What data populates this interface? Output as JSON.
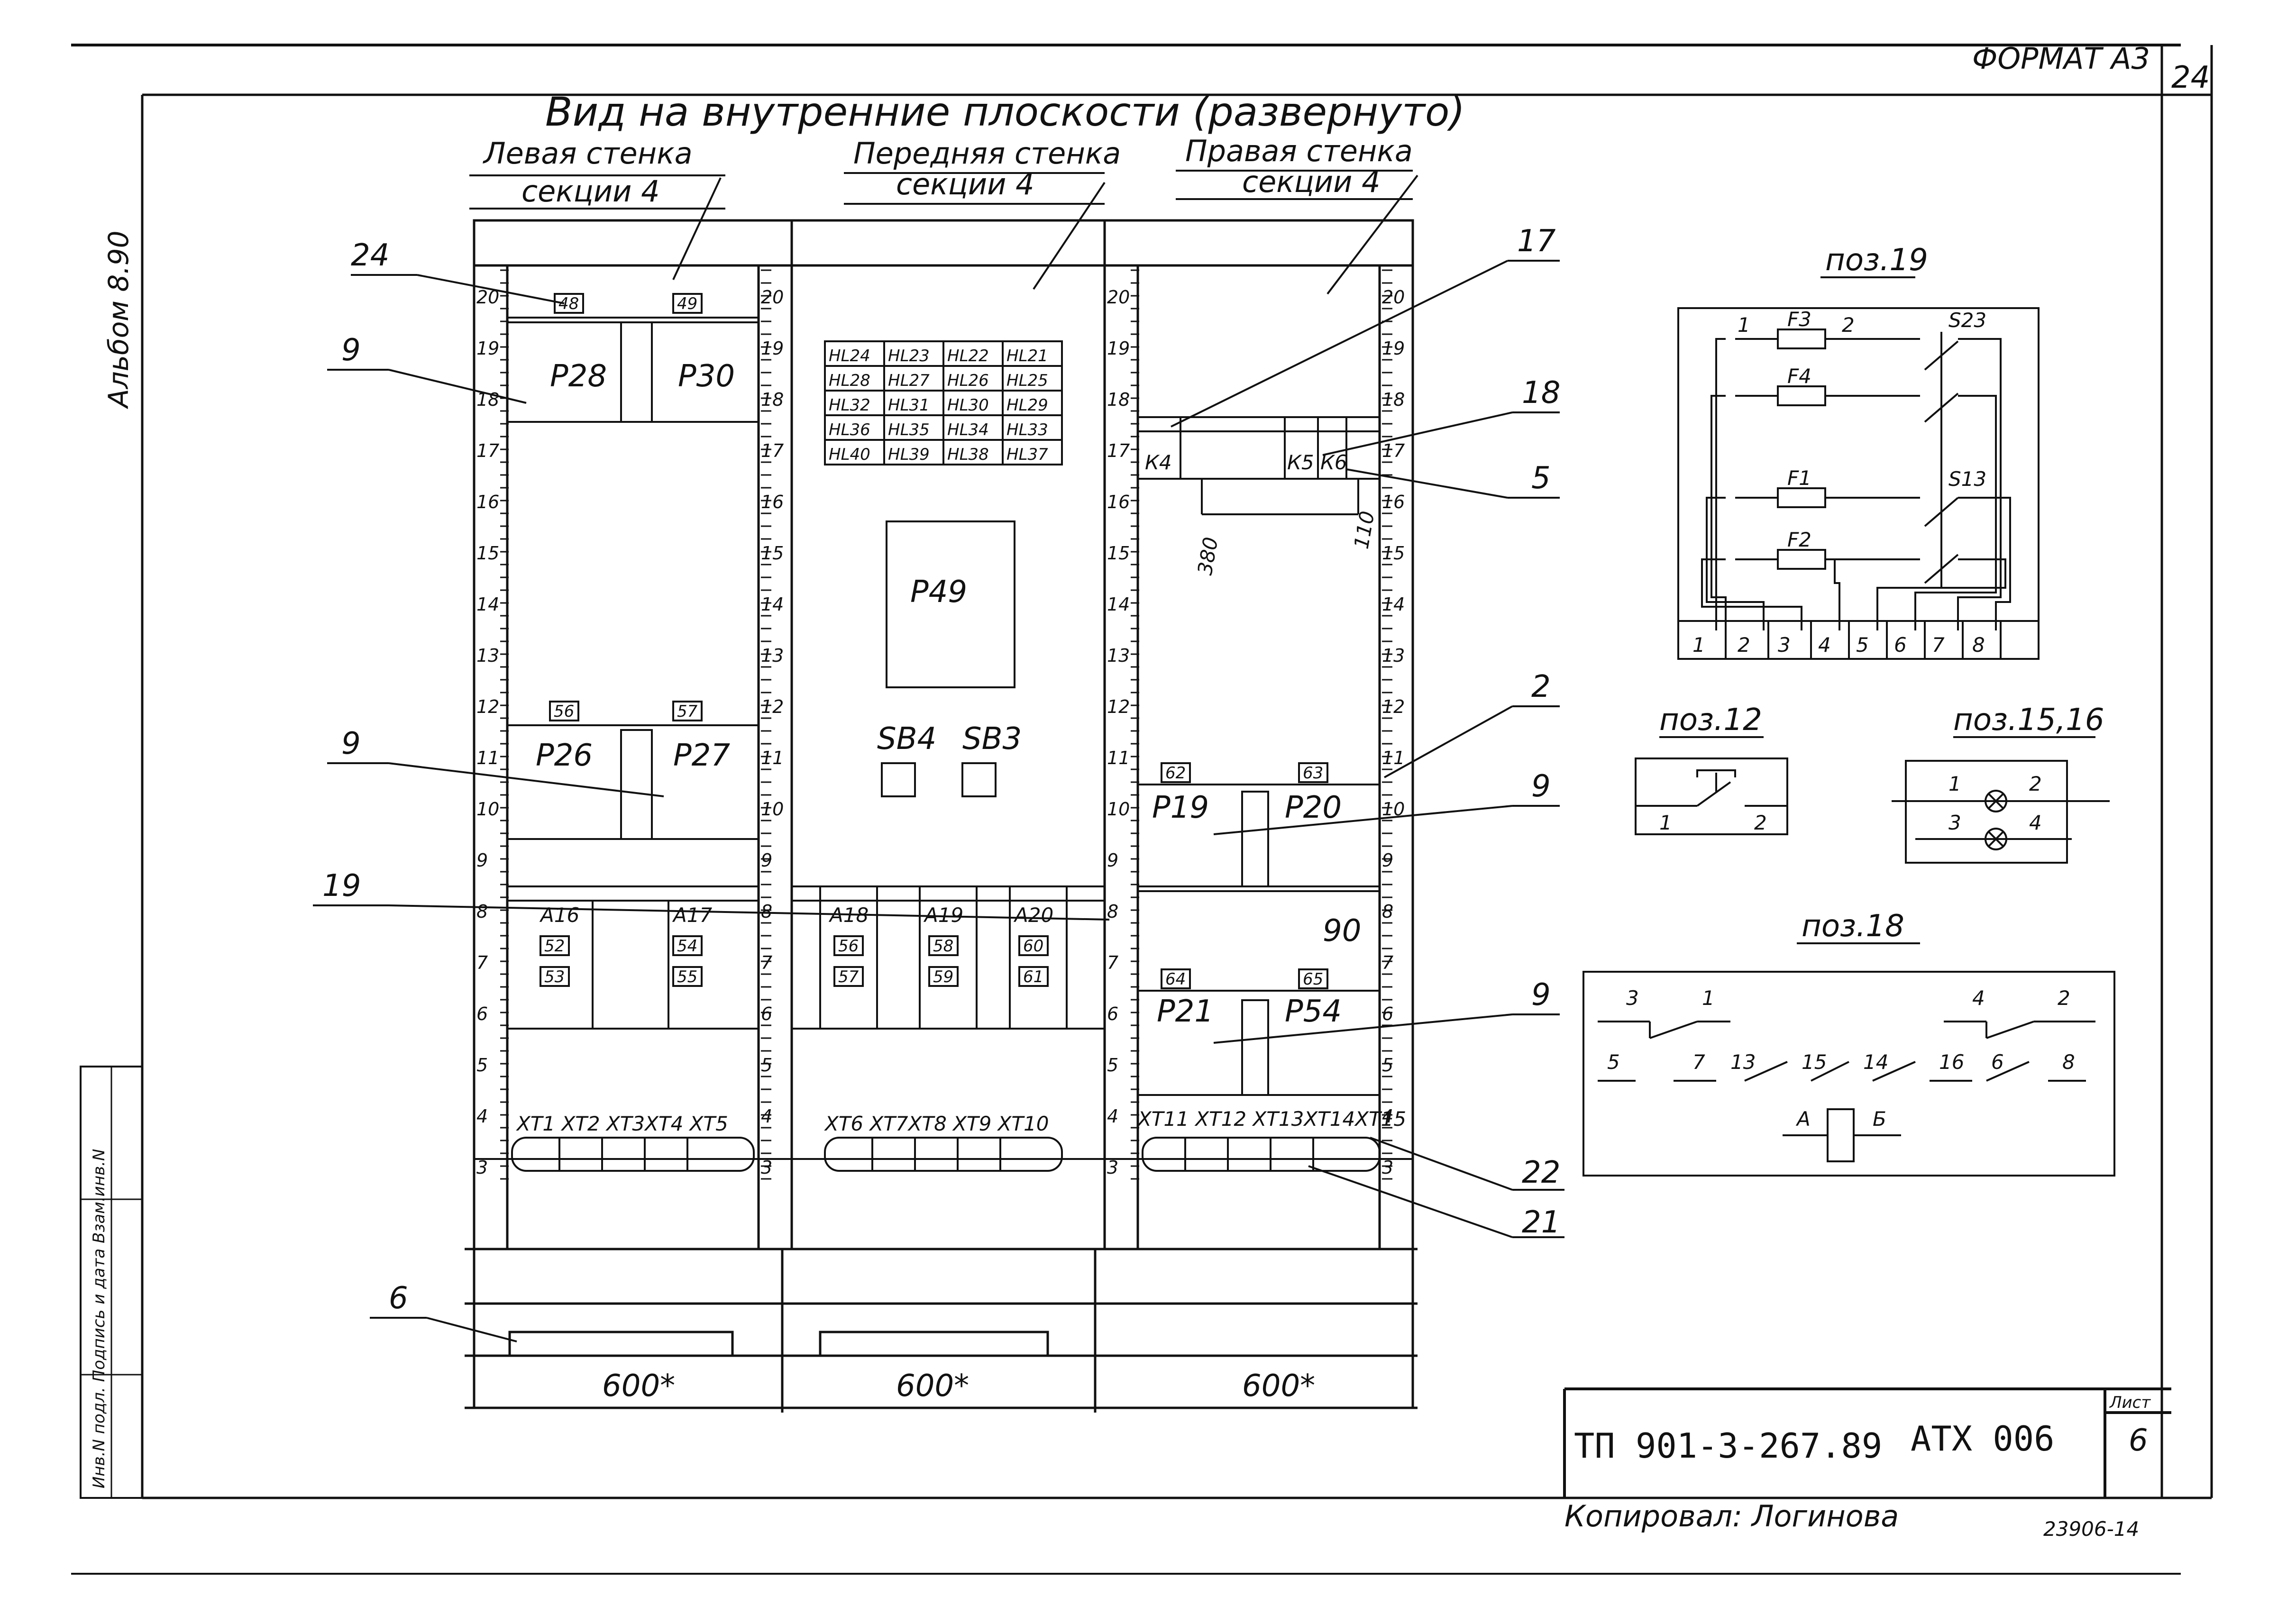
{
  "header": {
    "format": "ФОРМАТ А3",
    "sheet_corner": "24",
    "album": "Альбом 8.90",
    "main_title": "Вид на внутренние плоскости (развернуто)"
  },
  "sections": [
    {
      "wall": "Левая стенка",
      "section": "секции 4",
      "width": "600*"
    },
    {
      "wall": "Передняя стенка",
      "section": "секции 4",
      "width": "600*"
    },
    {
      "wall": "Правая стенка",
      "section": "секции 4",
      "width": "600*"
    }
  ],
  "left": {
    "top_tags": [
      "48",
      "49"
    ],
    "relays_top": [
      "Р28",
      "Р30"
    ],
    "mid_tags": [
      "56",
      "57"
    ],
    "relays_mid": [
      "Р26",
      "Р27"
    ],
    "modules": [
      "А16",
      "А17"
    ],
    "module_tags": [
      "52",
      "53",
      "54",
      "55"
    ],
    "terminals": "ХТ1 ХТ2 ХТ3ХТ4 ХТ5"
  },
  "front": {
    "lamps": [
      [
        "HL24",
        "HL23",
        "HL22",
        "HL21"
      ],
      [
        "HL28",
        "HL27",
        "HL26",
        "HL25"
      ],
      [
        "HL32",
        "HL31",
        "HL30",
        "HL29"
      ],
      [
        "HL36",
        "HL35",
        "HL34",
        "HL33"
      ],
      [
        "HL40",
        "HL39",
        "HL38",
        "HL37"
      ]
    ],
    "relay": "Р49",
    "buttons": [
      "SB4",
      "SB3"
    ],
    "modules": [
      "А18",
      "А19",
      "А20"
    ],
    "module_tags": [
      "56",
      "57",
      "58",
      "59",
      "60",
      "61"
    ],
    "terminals": "ХТ6 ХТ7ХТ8 ХТ9 ХТ10"
  },
  "right": {
    "contactors": [
      "К4",
      "К5",
      "К6"
    ],
    "voltages": [
      "380",
      "110"
    ],
    "tags_a": [
      "62",
      "63"
    ],
    "relays_a": [
      "Р19",
      "Р20"
    ],
    "slot_label": "90",
    "tags_b": [
      "64",
      "65"
    ],
    "relays_b": [
      "Р21",
      "Р54"
    ],
    "terminals": "ХТ11 ХТ12 ХТ13ХТ14ХТ15"
  },
  "scale_numbers": [
    "20",
    "19",
    "18",
    "17",
    "16",
    "15",
    "14",
    "13",
    "12",
    "11",
    "10",
    "9",
    "8",
    "7",
    "6",
    "5",
    "4",
    "3"
  ],
  "callouts": [
    "24",
    "9",
    "9",
    "19",
    "6",
    "17",
    "18",
    "5",
    "2",
    "9",
    "9",
    "22",
    "21"
  ],
  "pos19": {
    "title": "поз.19",
    "fuses": [
      "F3",
      "F4",
      "F1",
      "F2"
    ],
    "switches": [
      "S23",
      "S13"
    ],
    "pin_labels": [
      "1",
      "2"
    ],
    "terminals": [
      "1",
      "2",
      "3",
      "4",
      "5",
      "6",
      "7",
      "8"
    ]
  },
  "pos12": {
    "title": "поз.12",
    "pins": [
      "1",
      "2"
    ]
  },
  "pos1516": {
    "title": "поз.15,16",
    "pins": [
      "1",
      "2",
      "3",
      "4"
    ]
  },
  "pos18": {
    "title": "поз.18",
    "contacts_top": [
      "3",
      "1",
      "4",
      "2"
    ],
    "contacts_bottom": [
      "5",
      "7",
      "13",
      "15",
      "14",
      "16",
      "6",
      "8"
    ],
    "coil": [
      "А",
      "Б"
    ]
  },
  "title_block": {
    "doc": "ТП 901-3-267.89",
    "code": "АТХ 006",
    "sheet_label": "Лист",
    "sheet": "6",
    "copied": "Копировал: Логинова",
    "number": "23906-14"
  },
  "side_stamp": "Инв.N подл.  Подпись и дата  Взам.инв.N"
}
